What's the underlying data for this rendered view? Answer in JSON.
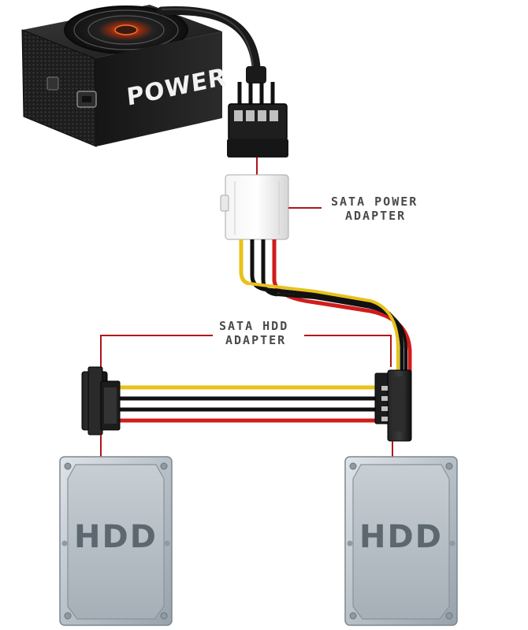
{
  "psu": {
    "label": "POWER"
  },
  "labels": {
    "sata_power_adapter": [
      "SATA POWER",
      "ADAPTER"
    ],
    "sata_hdd_adapter": [
      "SATA HDD",
      "ADAPTER"
    ]
  },
  "drives": [
    {
      "label": "HDD"
    },
    {
      "label": "HDD"
    }
  ],
  "colors": {
    "wire_yellow": "#e8c21a",
    "wire_black": "#111111",
    "wire_red": "#d01c1c",
    "leader_line": "#b3141b",
    "psu_body": "#1c1c1c",
    "hdd_body": "#c9cfd5"
  }
}
